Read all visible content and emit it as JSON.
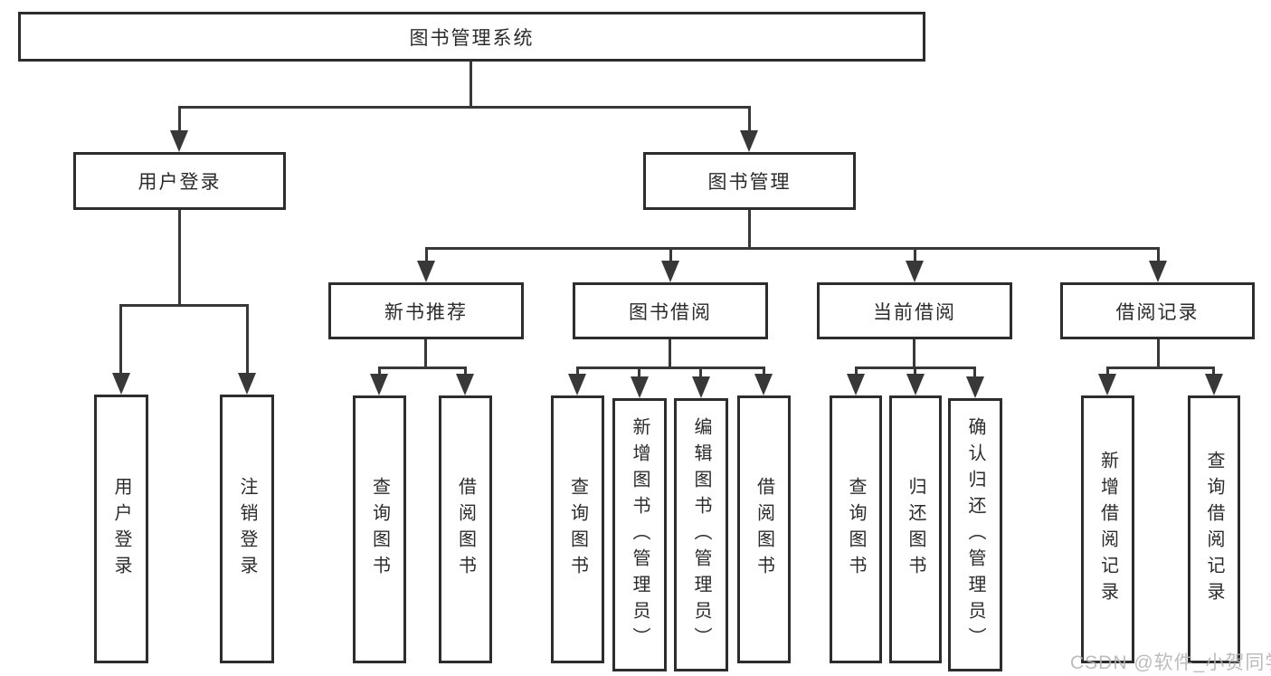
{
  "diagram": {
    "root": {
      "label": "图书管理系统"
    },
    "branches": [
      {
        "label": "用户登录",
        "children": [
          {
            "label": "用户登录"
          },
          {
            "label": "注销登录"
          }
        ]
      },
      {
        "label": "图书管理",
        "children": [
          {
            "label": "新书推荐",
            "children": [
              {
                "label": "查询图书"
              },
              {
                "label": "借阅图书"
              }
            ]
          },
          {
            "label": "图书借阅",
            "children": [
              {
                "label": "查询图书"
              },
              {
                "label": "新增图书（管理员）"
              },
              {
                "label": "编辑图书（管理员）"
              },
              {
                "label": "借阅图书"
              }
            ]
          },
          {
            "label": "当前借阅",
            "children": [
              {
                "label": "查询图书"
              },
              {
                "label": "归还图书"
              },
              {
                "label": "确认归还（管理员）"
              }
            ]
          },
          {
            "label": "借阅记录",
            "children": [
              {
                "label": "新增借阅记录"
              },
              {
                "label": "查询借阅记录"
              }
            ]
          }
        ]
      }
    ]
  },
  "watermark": {
    "text": "CSDN @软件_小贺同学"
  },
  "colors": {
    "line": "#383838",
    "box_border": "#2d2d2d",
    "text": "#2b2b2b",
    "background": "#ffffff",
    "watermark": "#b3b3b3"
  }
}
